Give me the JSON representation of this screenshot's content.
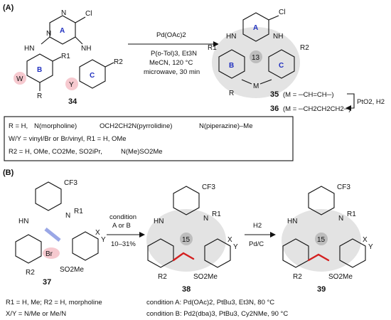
{
  "panel_a": {
    "label": "(A)",
    "reagents": [
      "Pd(OAc)2",
      "P(o-Tol)3, Et3N",
      "MeCN, 120 °C",
      "microwave, 30 min"
    ],
    "sm_number": "34",
    "product_number": "35",
    "product_desc": "(M = ─CH=CH─)",
    "hydrog_number": "36",
    "hydrog_desc": "(M = ─CH2CH2CH2─)",
    "hydrog_reagents": "PtO2, H2",
    "ring_size": "13",
    "ring_labels": {
      "a": "A",
      "b": "B",
      "c": "C"
    },
    "atoms": {
      "cl": "Cl",
      "n": "N",
      "nh": "NH",
      "hn": "HN",
      "w": "W",
      "y": "Y",
      "r": "R",
      "r1": "R1",
      "r2": "R2",
      "m": "M"
    },
    "box_lines": [
      "R = H,",
      "W/Y = vinyl/Br or Br/vinyl, R1 = H, OMe",
      "R2 = H, OMe, CO2Me, SO2iPr,"
    ],
    "box_groups": [
      "N(morpholine)",
      "OCH2CH2N(pyrrolidine)",
      "N(piperazine)–Me",
      "N(Me)SO2Me"
    ]
  },
  "panel_b": {
    "label": "(B)",
    "sm_number": "37",
    "int_number": "38",
    "product_number": "39",
    "step1_reagents": [
      "condition",
      "A or B"
    ],
    "step1_yield": "10–31%",
    "step2_reagents": [
      "H2",
      "Pd/C"
    ],
    "ring_size": "15",
    "atoms": {
      "cf3": "CF3",
      "n": "N",
      "r1": "R1",
      "hn": "HN",
      "br": "Br",
      "r2": "R2",
      "so2me": "SO2Me",
      "x": "X",
      "y": "Y"
    },
    "footnotes": [
      "R1 = H, Me; R2 = H, morpholine",
      "X/Y = N/Me or Me/N",
      "condition A: Pd(OAc)2, PtBu3, Et3N, 80 °C",
      "condition B: Pd2(dba)3, PtBu3, Cy2NMe, 90 °C"
    ]
  }
}
